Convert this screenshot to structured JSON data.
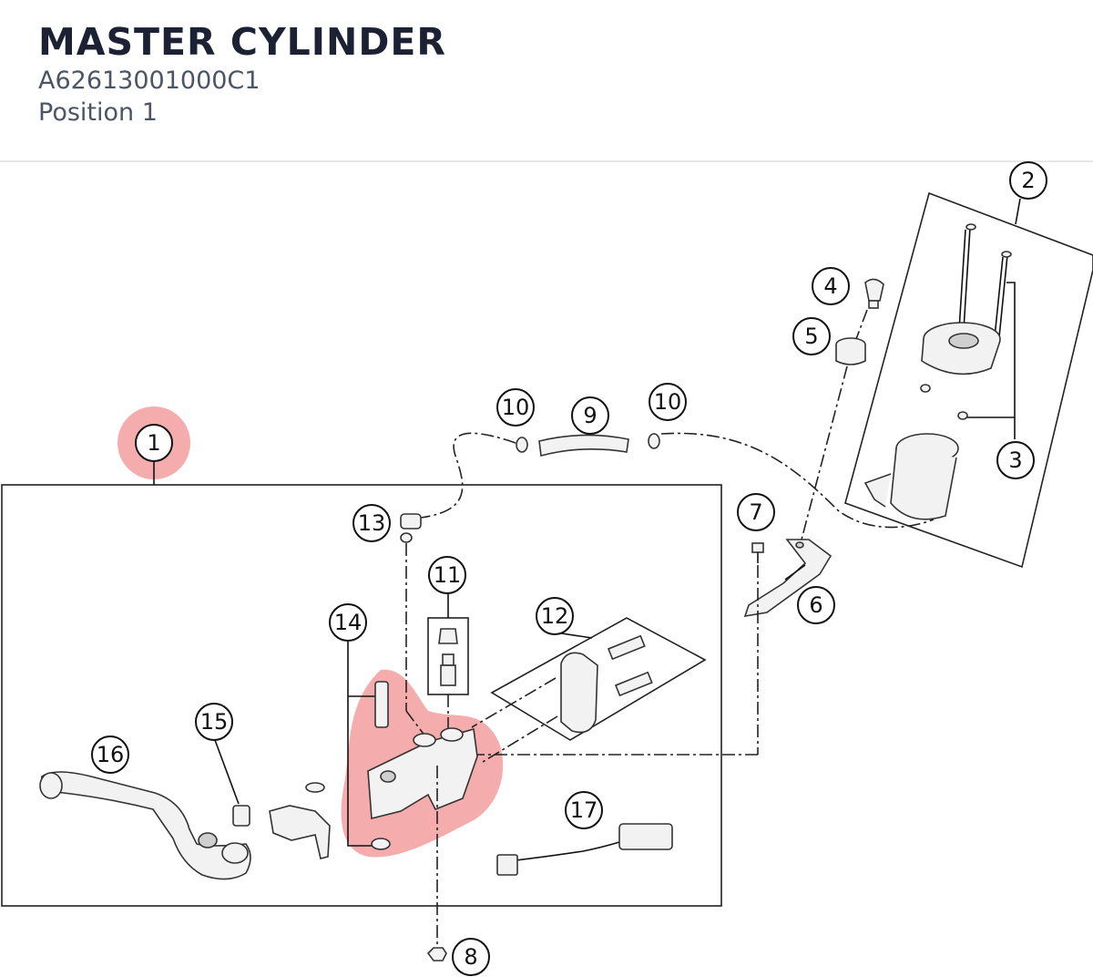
{
  "header": {
    "title": "MASTER CYLINDER",
    "part_number": "A62613001000C1",
    "position": "Position 1"
  },
  "colors": {
    "highlight": "#f08080",
    "title_color": "#1c2233",
    "subtitle_color": "#4b5563"
  },
  "callouts": {
    "c1": "1",
    "c2": "2",
    "c3": "3",
    "c4": "4",
    "c5": "5",
    "c6": "6",
    "c7": "7",
    "c8": "8",
    "c9": "9",
    "c10a": "10",
    "c10b": "10",
    "c11": "11",
    "c12": "12",
    "c13": "13",
    "c14": "14",
    "c15": "15",
    "c16": "16",
    "c17": "17"
  },
  "selected_callout": "1"
}
